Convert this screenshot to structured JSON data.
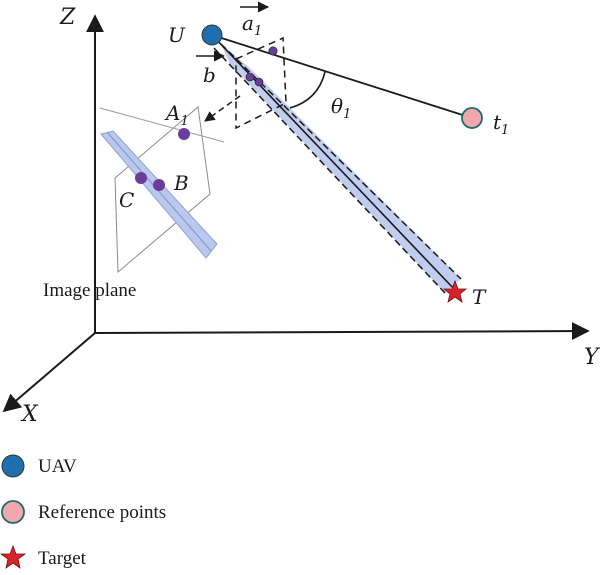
{
  "axes": {
    "z": "Z",
    "y": "Y",
    "x": "X"
  },
  "points": {
    "uav": "U",
    "ref": "t",
    "ref_sub": "1",
    "target": "T",
    "img_a": "A",
    "img_a_sub": "1",
    "img_b": "B",
    "img_c": "C"
  },
  "vectors": {
    "a": "a",
    "a_sub": "1",
    "b": "b"
  },
  "angle": {
    "symbol": "θ",
    "sub": "1"
  },
  "image_plane_label": "Image plane",
  "legend": [
    {
      "label": "UAV",
      "icon": "blue-circle-icon"
    },
    {
      "label": "Reference points",
      "icon": "pink-circle-icon"
    },
    {
      "label": "Target",
      "icon": "red-star-icon"
    }
  ],
  "colors": {
    "uav": "#1f6fae",
    "ref": "#f2a7ad",
    "target": "#d8232a",
    "image_point": "#6a3d9a",
    "ray": "#b9c8ec"
  }
}
